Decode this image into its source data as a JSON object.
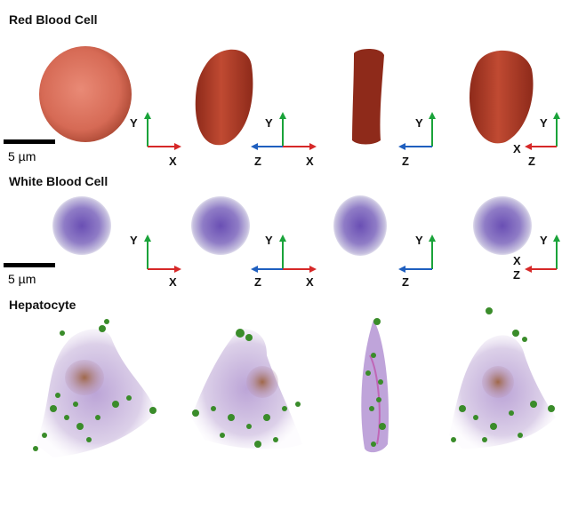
{
  "sections": {
    "red": {
      "title": "Red Blood Cell",
      "scale": "5 µm"
    },
    "white": {
      "title": "White Blood Cell",
      "scale": "5 µm"
    },
    "hep": {
      "title": "Hepatocyte"
    }
  },
  "axes": {
    "x": "X",
    "y": "Y",
    "z": "Z"
  },
  "colors": {
    "axis_y": "#1aa33a",
    "axis_x": "#d62828",
    "axis_z": "#1f5fbf",
    "rbc": "#b8402e",
    "rbc_light": "#e0705a",
    "wbc": "#7560b8",
    "wbc_halo": "#c6c3dc",
    "hep_body": "#c9b6dc",
    "hep_nucleus": "#a07060",
    "hep_dots": "#3a8c2a"
  }
}
